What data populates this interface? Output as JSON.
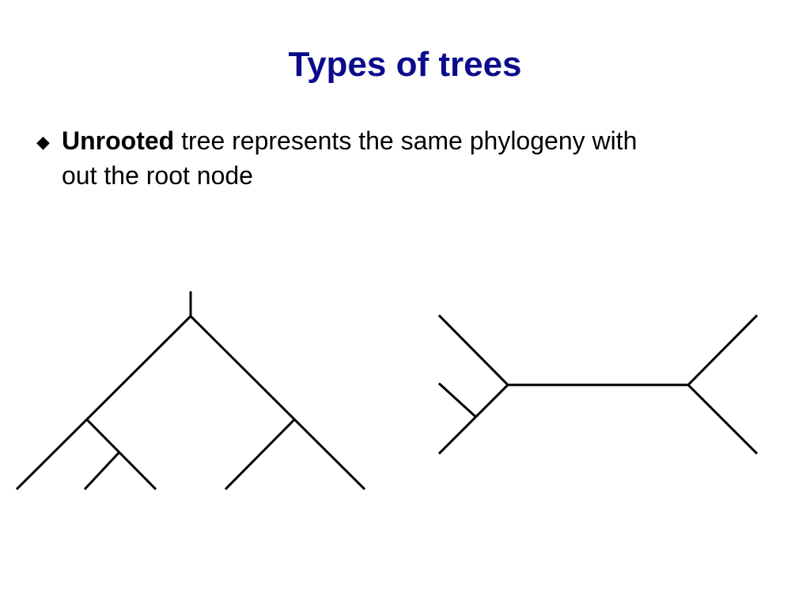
{
  "slide": {
    "title": "Types of trees",
    "bullet": {
      "icon": "diamond-bullet-icon",
      "glyph": "◆",
      "bold_term": "Unrooted",
      "text_line1": " tree represents the same phylogeny with",
      "text_line2": "out the root node"
    }
  },
  "colors": {
    "title": "#0b0b8c",
    "text": "#000000",
    "lines": "#000000"
  },
  "diagrams": [
    {
      "name": "rooted-tree",
      "type": "rooted"
    },
    {
      "name": "unrooted-tree",
      "type": "unrooted"
    }
  ]
}
